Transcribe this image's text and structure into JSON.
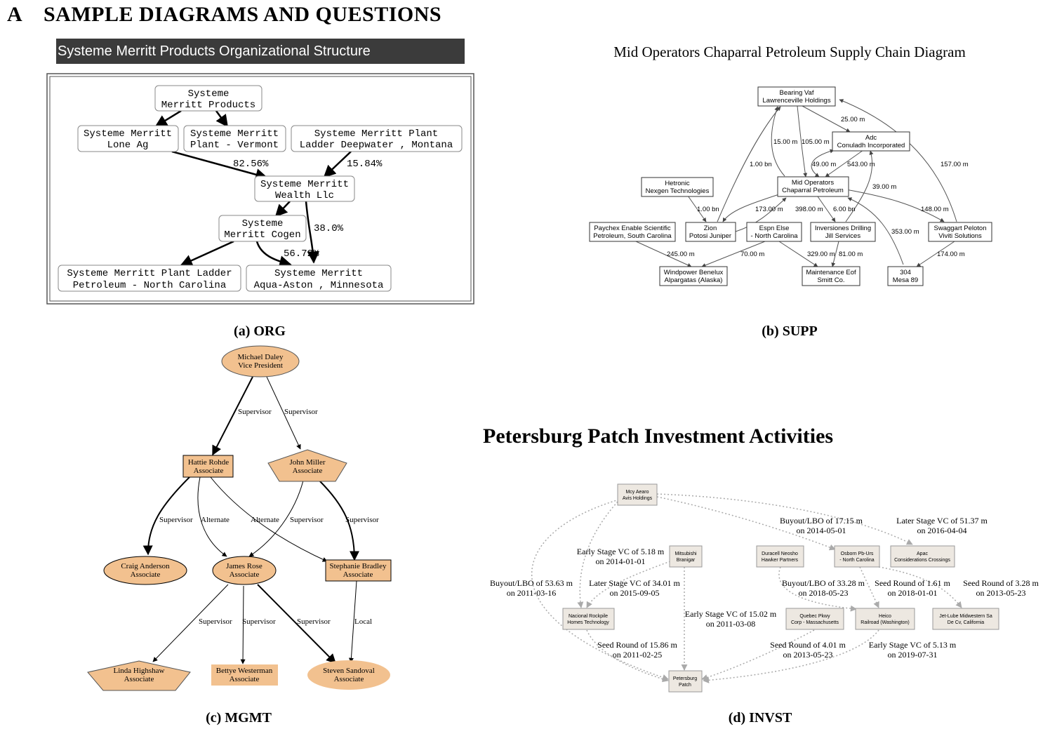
{
  "section": {
    "letter": "A",
    "title": "SAMPLE DIAGRAMS AND QUESTIONS"
  },
  "captions": {
    "org": "(a) ORG",
    "supp": "(b) SUPP",
    "mgmt": "(c) MGMT",
    "invst": "(d) INVST"
  },
  "org": {
    "title": "Systeme Merritt Products Organizational Structure",
    "nodes": {
      "root": [
        "Systeme",
        "Merritt Products"
      ],
      "lone": [
        "Systeme Merritt",
        "Lone Ag"
      ],
      "vermont": [
        "Systeme Merritt",
        "Plant - Vermont"
      ],
      "montana": [
        "Systeme Merritt Plant",
        "Ladder Deepwater , Montana"
      ],
      "wealth": [
        "Systeme Merritt",
        "Wealth Llc"
      ],
      "cogen": [
        "Systeme",
        "Merritt Cogen"
      ],
      "carolina": [
        "Systeme Merritt Plant Ladder",
        "Petroleum - North Carolina"
      ],
      "aqua": [
        "Systeme Merritt",
        "Aqua-Aston , Minnesota"
      ]
    },
    "edge_labels": {
      "lone_wealth": "82.56%",
      "montana_wealth": "15.84%",
      "wealth_aqua": "38.0%",
      "cogen_aqua": "56.72%"
    }
  },
  "supp": {
    "title": "Mid Operators Chaparral Petroleum Supply Chain Diagram",
    "nodes": {
      "bearing": [
        "Bearing Vaf",
        "Lawrenceville Holdings"
      ],
      "adc": [
        "Adc",
        "Conuladh Incorporated"
      ],
      "hetronic": [
        "Hetronic",
        "Nexgen Technologies"
      ],
      "mid": [
        "Mid Operators",
        "Chaparral Petroleum"
      ],
      "paychex": [
        "Paychex Enable Scientific",
        "Petroleum, South Carolina"
      ],
      "zion": [
        "Zion",
        "Potosi Juniper"
      ],
      "espn": [
        "Espn Else",
        "- North Carolina"
      ],
      "inversiones": [
        "Inversiones Drilling",
        "Jill Services"
      ],
      "swaggart": [
        "Swaggart Peloton",
        "Viviti Solutions"
      ],
      "windpower": [
        "Windpower Benelux",
        "Alpargatas (Alaska)"
      ],
      "maintenance": [
        "Maintenance Eof",
        "Smitt Co."
      ],
      "mesa": [
        "304",
        "Mesa 89"
      ]
    },
    "edge_labels": {
      "e25": "25.00 m",
      "e15": "15.00 m",
      "e105": "105.00 m",
      "e157": "157.00 m",
      "e1bn_zb": "1.00 bn",
      "e49": "49.00 m",
      "e543": "543.00 m",
      "e39": "39.00 m",
      "e1bn_hz": "1.00 bn",
      "e173": "173.00 m",
      "e398": "398.00 m",
      "e6bn": "6.00 bn",
      "e148": "148.00 m",
      "e353": "353.00 m",
      "e245": "245.00 m",
      "e70": "70.00 m",
      "e329": "329.00 m",
      "e81": "81.00 m",
      "e174": "174.00 m"
    }
  },
  "mgmt": {
    "nodes": {
      "daley": [
        "Michael Daley",
        "Vice President"
      ],
      "rohde": [
        "Hattie Rohde",
        "Associate"
      ],
      "miller": [
        "John Miller",
        "Associate"
      ],
      "anderson": [
        "Craig Anderson",
        "Associate"
      ],
      "rose": [
        "James Rose",
        "Associate"
      ],
      "bradley": [
        "Stephanie Bradley",
        "Associate"
      ],
      "highshaw": [
        "Linda Highshaw",
        "Associate"
      ],
      "westerman": [
        "Bettye Westerman",
        "Associate"
      ],
      "sandoval": [
        "Steven Sandoval",
        "Associate"
      ]
    },
    "edge_labels": {
      "daley_rohde": "Supervisor",
      "daley_miller": "Supervisor",
      "rohde_anderson": "Supervisor",
      "rohde_rose": "Alternate",
      "rohde_bradley": "Alternate",
      "miller_rose": "Supervisor",
      "miller_bradley": "Supervisor",
      "rose_highshaw": "Supervisor",
      "rose_westerman": "Supervisor",
      "rose_sandoval": "Supervisor",
      "bradley_sandoval": "Local"
    },
    "fill_color": "#f2c18f"
  },
  "invst": {
    "title": "Petersburg Patch Investment Activities",
    "nodes": {
      "mcy": [
        "Mcy Aearo",
        "Avis Holdings"
      ],
      "mitsubishi": [
        "Mitsubishi",
        "Branigar"
      ],
      "duracell": [
        "Duracell Neosho",
        "Hawker Partners"
      ],
      "osborn": [
        "Osborn Pb-Urs",
        "- North Carolina"
      ],
      "apac": [
        "Apac",
        "Considerations Crossings"
      ],
      "nacional": [
        "Nacional Rockpile",
        "Homes Technology"
      ],
      "quebec": [
        "Quebec Pkwy",
        "Corp - Massachusetts"
      ],
      "heico": [
        "Heico",
        "Railroad (Washington)"
      ],
      "jetlube": [
        "Jet-Lube Midwestern Sa",
        "De Cv, California"
      ],
      "petersburg": [
        "Petersburg",
        "Patch"
      ]
    },
    "edge_labels": {
      "buyout1715": [
        "Buyout/LBO of 17.15 m",
        "on 2014-05-01"
      ],
      "later5137": [
        "Later Stage VC of 51.37 m",
        "on 2016-04-04"
      ],
      "early518": [
        "Early Stage VC of 5.18 m",
        "on 2014-01-01"
      ],
      "buyout5363": [
        "Buyout/LBO of 53.63 m",
        "on 2011-03-16"
      ],
      "later3401": [
        "Later Stage VC of 34.01 m",
        "on 2015-09-05"
      ],
      "buyout3328": [
        "Buyout/LBO of 33.28 m",
        "on 2018-05-23"
      ],
      "seed161": [
        "Seed Round of 1.61 m",
        "on 2018-01-01"
      ],
      "seed328": [
        "Seed Round of 3.28 m",
        "on 2013-05-23"
      ],
      "early1502": [
        "Early Stage VC of 15.02 m",
        "on 2011-03-08"
      ],
      "seed1586": [
        "Seed Round of 15.86 m",
        "on 2011-02-25"
      ],
      "seed401": [
        "Seed Round of 4.01 m",
        "on 2013-05-23"
      ],
      "early513": [
        "Early Stage VC of 5.13 m",
        "on 2019-07-31"
      ]
    },
    "node_fill": "#ede8e1"
  }
}
